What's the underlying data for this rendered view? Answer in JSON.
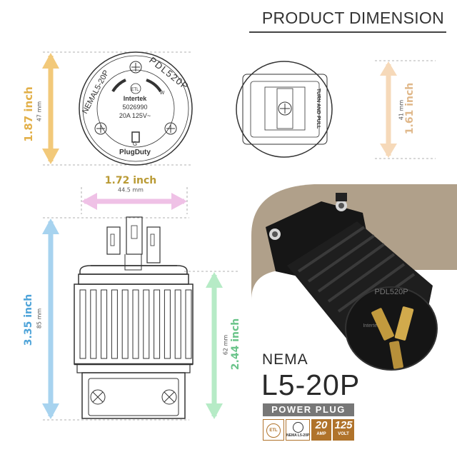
{
  "header": {
    "title": "PRODUCT DIMENSION"
  },
  "dimensions": {
    "face_height": {
      "inch": "1.87 inch",
      "mm": "47 mm",
      "color": "#f2c97a"
    },
    "side_height": {
      "inch": "1.61 inch",
      "mm": "41 mm",
      "color": "#f6d9b9"
    },
    "width": {
      "inch": "1.72 inch",
      "mm": "44.5 mm",
      "color": "#efc1e6"
    },
    "total_length": {
      "inch": "3.35 inch",
      "mm": "85 mm",
      "color": "#a7d3ef"
    },
    "body_length": {
      "inch": "2.44 inch",
      "mm": "62 mm",
      "color": "#b6ebc6"
    }
  },
  "plug_face": {
    "model_top": "NEMAL5-20P",
    "model_right": "PDL520P",
    "certifier": "Intertek",
    "cert_number": "5026990",
    "rating": "20A 125V~",
    "ground": "G",
    "brand": "PlugDuty",
    "terminal_w": "W"
  },
  "side_view": {
    "engraving": "TURN AND PULL"
  },
  "product": {
    "standard": "NEMA",
    "model": "L5-20P",
    "type": "POWER PLUG",
    "badges": {
      "etl": "ETL",
      "configuration": "NEMA L5-20P",
      "amp_value": "20",
      "amp_unit": "AMP",
      "volt_value": "125",
      "volt_unit": "VOLT"
    }
  },
  "colors": {
    "photo_background": "#b0a08a",
    "accent_gold": "#b0732b"
  }
}
